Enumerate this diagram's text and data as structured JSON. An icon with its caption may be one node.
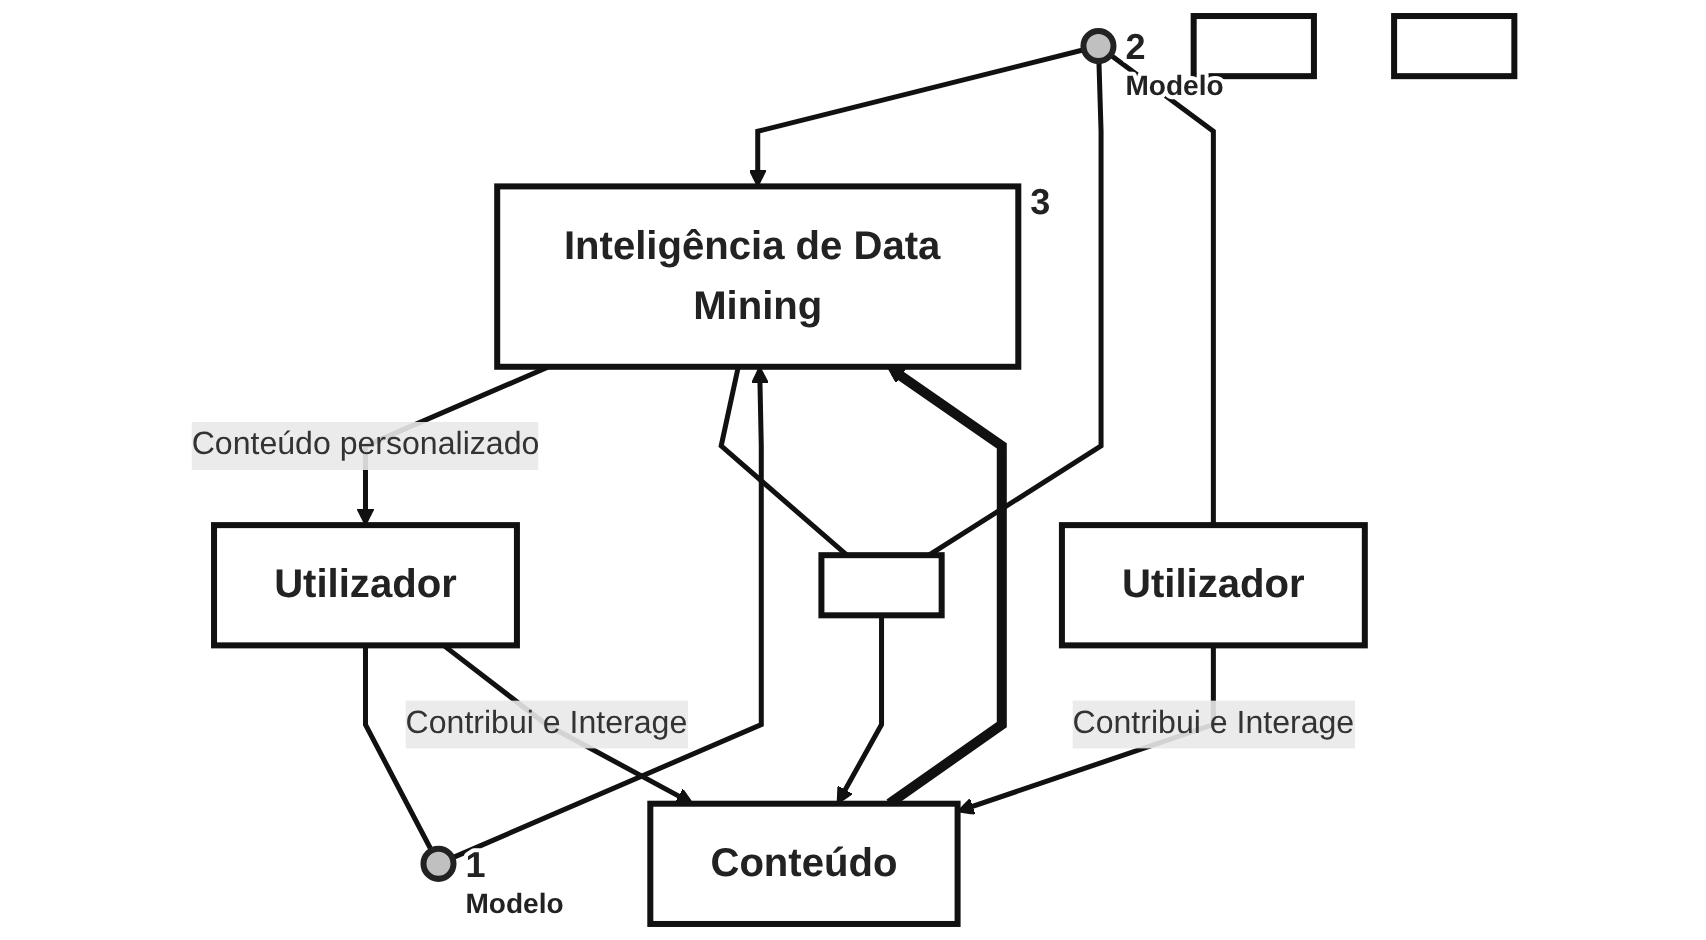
{
  "diagram": {
    "nodes": [
      {
        "text": [
          "Inteligência de Data Mining"
        ],
        "beside": [
          "3"
        ]
      },
      {
        "text": [
          "Utilizador"
        ]
      },
      {
        "text": [],
        "shape": "ellipse",
        "beside": [
          "1",
          "Modelo"
        ]
      },
      {
        "text": [],
        "shape": "ellipse",
        "beside": [
          "2",
          "Modelo"
        ]
      },
      {
        "text": [],
        "shape": "box"
      },
      {
        "text": [],
        "shape": "box"
      },
      {
        "text": [],
        "shape": "box"
      },
      {
        "text": [
          "Utilizador"
        ]
      },
      {
        "text": [
          "Conteúdo"
        ]
      }
    ],
    "edges": [
      {
        "from": 0,
        "to": 1,
        "arrow": "to",
        "label": "Conteúdo personalizado"
      },
      {
        "from": 1,
        "to": 2,
        "arrow": "none"
      },
      {
        "from": 2,
        "to": 0,
        "arrow": "to"
      },
      {
        "from": 8,
        "to": 0,
        "arrow": "to",
        "style": "thick"
      },
      {
        "from": 3,
        "to": 0,
        "arrow": "to"
      },
      {
        "from": 3,
        "to": 4,
        "arrow": "none"
      },
      {
        "from": 3,
        "to": 7,
        "arrow": "none"
      },
      {
        "from": 0,
        "to": 4,
        "arrow": "none"
      },
      {
        "from": 1,
        "to": 8,
        "arrow": "to",
        "label": "Contribui e Interage"
      },
      {
        "from": 4,
        "to": 8,
        "arrow": "to"
      },
      {
        "from": 7,
        "to": 8,
        "arrow": "to",
        "label": "Contribui e Interage"
      }
    ]
  }
}
